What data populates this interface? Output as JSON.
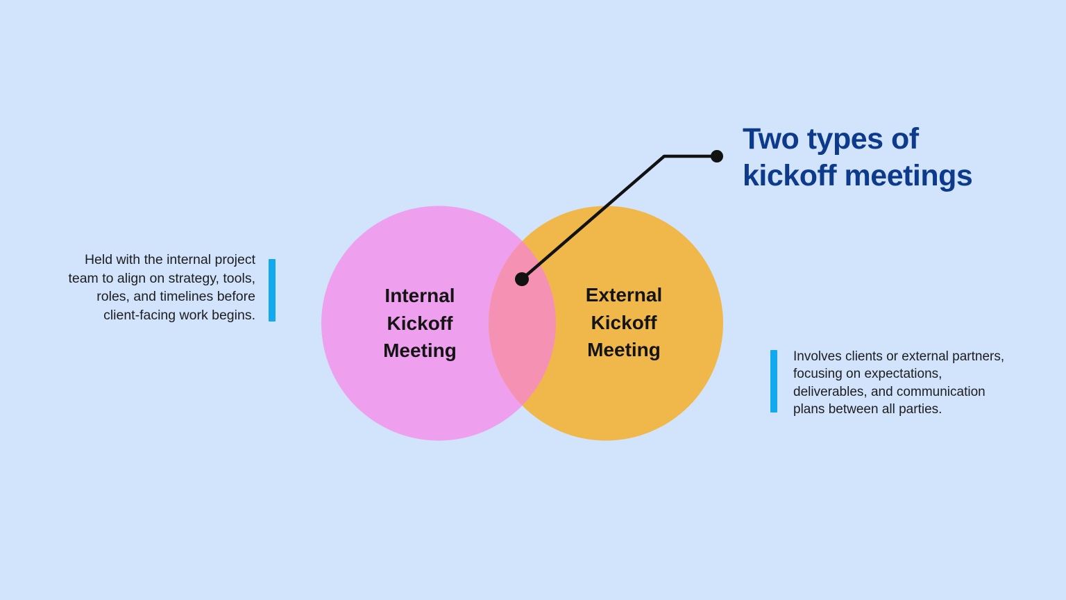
{
  "background_color": "#D1E4FB",
  "title": {
    "text": "Two types of kickoff meetings",
    "lines": [
      "Two types of",
      "kickoff meetings"
    ],
    "color": "#0E3A8C"
  },
  "venn": {
    "left_circle": {
      "label": "Internal Kickoff Meeting",
      "label_lines": [
        "Internal",
        "Kickoff",
        "Meeting"
      ],
      "fill": "#EE9FED"
    },
    "right_circle": {
      "label": "External Kickoff Meeting",
      "label_lines": [
        "External",
        "Kickoff",
        "Meeting"
      ],
      "fill": "#F0B84B"
    },
    "overlap_fill": "#F592B3",
    "label_color": "#141414",
    "connector_color": "#121212"
  },
  "annotations": {
    "left": {
      "text": "Held with the internal project team to align on strategy, tools, roles, and timelines before client-facing work begins.",
      "lines": [
        "Held with the internal project",
        "team to align on strategy, tools,",
        "roles, and timelines before",
        "client-facing work begins."
      ],
      "bar_color": "#12A9EE",
      "text_color": "#1D1D1F"
    },
    "right": {
      "text": "Involves clients or external partners, focusing on expectations, deliverables, and communication plans between all parties.",
      "lines": [
        "Involves clients or external partners,",
        "focusing on expectations,",
        "deliverables, and communication",
        "plans between all parties."
      ],
      "bar_color": "#12A9EE",
      "text_color": "#1D1D1F"
    }
  }
}
